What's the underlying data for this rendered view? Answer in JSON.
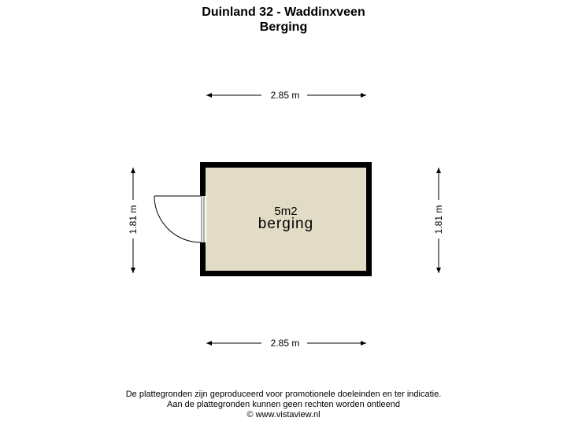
{
  "header": {
    "address": "Duinland 32 - Waddinxveen",
    "floor": "Berging"
  },
  "dimensions": {
    "top_width": "2.85 m",
    "bottom_width": "2.85 m",
    "left_height": "1.81 m",
    "right_height": "1.81 m"
  },
  "room": {
    "area": "5m2",
    "name": "berging"
  },
  "footer": {
    "line1": "De plattegronden zijn geproduceerd voor promotionele doeleinden en ter indicatie.",
    "line2": "Aan de plattegronden kunnen geen rechten worden ontleend",
    "line3": "© www.vistaview.nl"
  },
  "colors": {
    "floor_fill": "#e2dcc6",
    "wall": "#000000"
  }
}
